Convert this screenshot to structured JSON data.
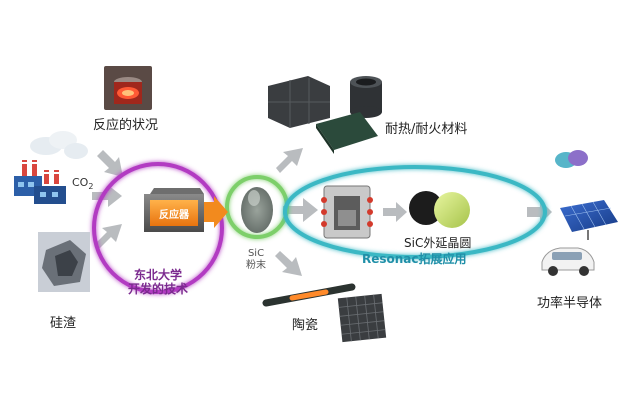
{
  "labels": {
    "reaction_status": "反应的状况",
    "co2_prefix": "CO",
    "co2_sub": "2",
    "slag": "硅渣",
    "reactor": "反应器",
    "university_line1": "东北大学",
    "university_line2": "开发的技术",
    "sic_line1": "SiC",
    "sic_line2": "粉末",
    "refractory": "耐热/耐火材料",
    "ceramics": "陶瓷",
    "resonac": "Resonac拓展应用",
    "sic_wafer": "SiC外延晶圆",
    "power_semi": "功率半导体"
  },
  "colors": {
    "purple_ring": "#b23ac2",
    "green_ring": "#7dcf6a",
    "teal_ring": "#3bb8c4",
    "reactor_orange": "#f28a1e",
    "arrow_gray": "#b9bcbf",
    "university_text": "#7b2a8f",
    "resonac_text": "#1f8fa8"
  }
}
